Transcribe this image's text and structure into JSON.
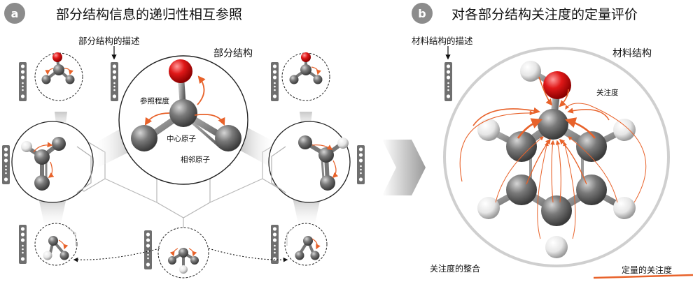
{
  "panel_a": {
    "badge": "a",
    "title": "部分结构信息的递归性相互参照",
    "desc_label": "部分结构的描述",
    "partial_structure_label": "部分结构",
    "reference_label": "参照程度",
    "center_atom_label": "中心原子",
    "neighbor_atom_label": "相邻原子"
  },
  "panel_b": {
    "badge": "b",
    "title": "对各部分结构关注度的定量评价",
    "desc_label": "材料结构的描述",
    "material_structure_label": "材料结构",
    "attention_label": "关注度",
    "integration_label": "关注度的整合",
    "quantified_label": "定量的关注度"
  },
  "colors": {
    "accent": "#e8622a",
    "oxygen": "#e01818",
    "carbon": "#6e6e6e"
  }
}
